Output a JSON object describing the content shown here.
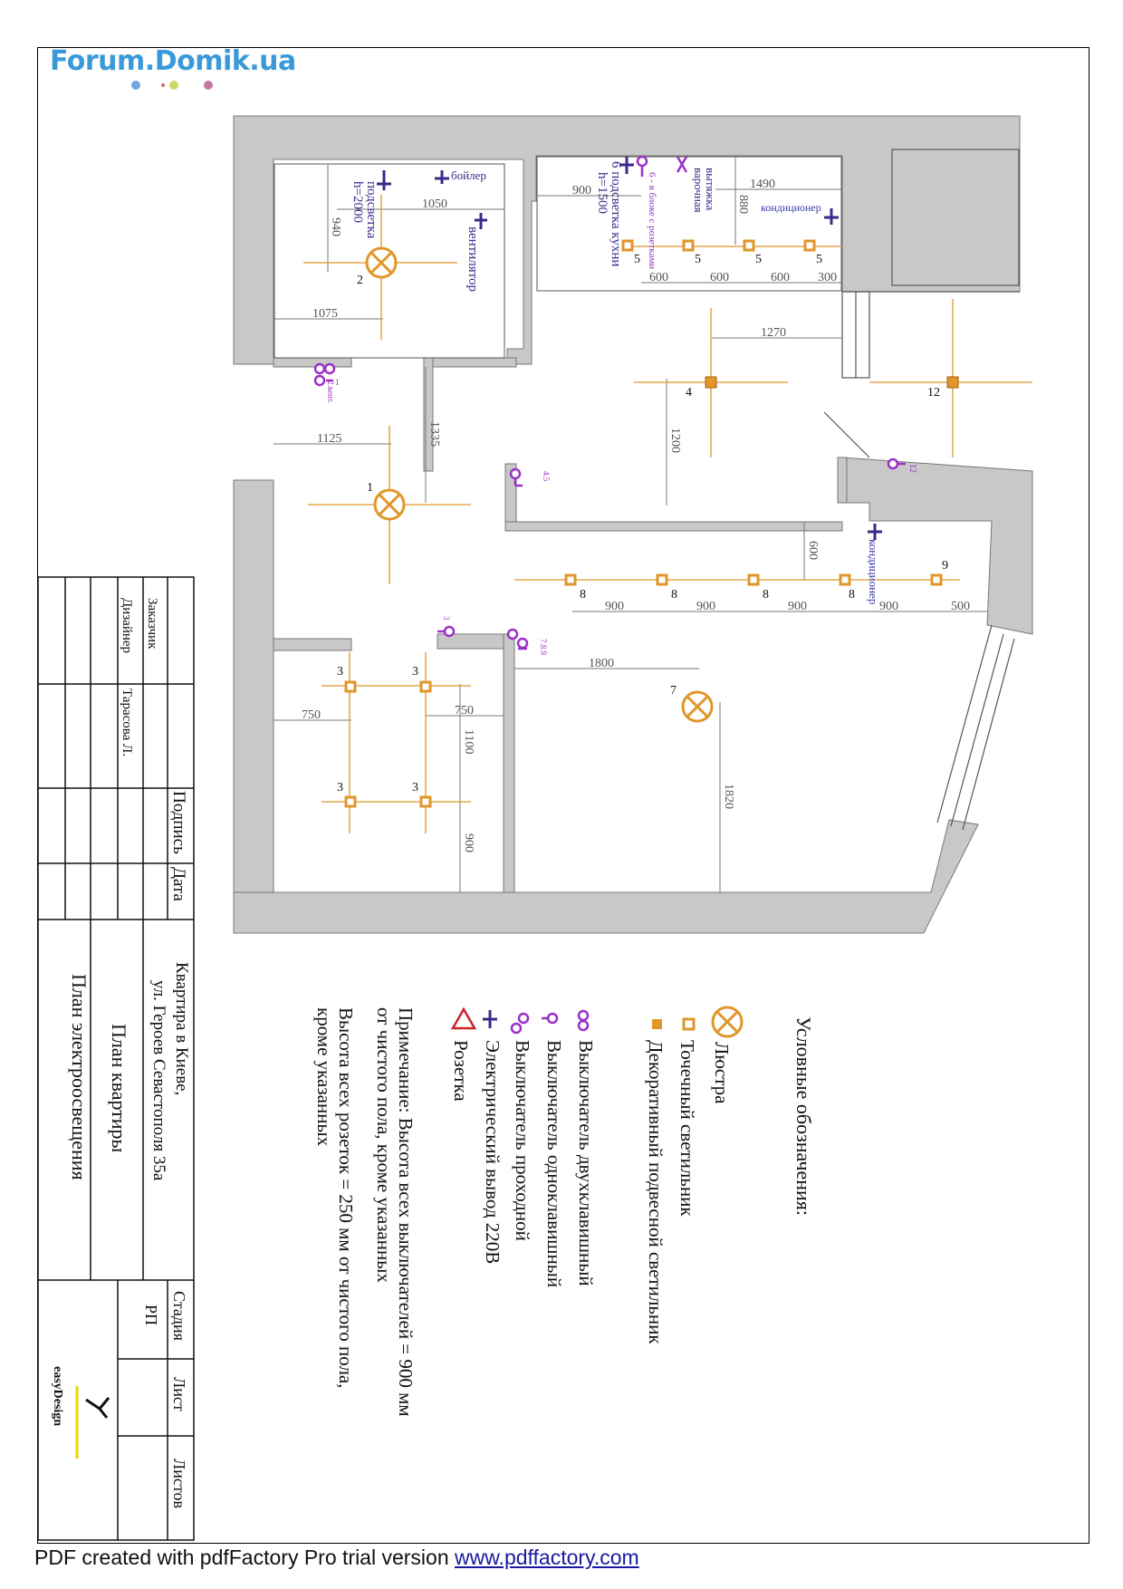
{
  "header": {
    "logo_text": "Forum.Domik.ua",
    "logo_dot_colors": [
      "#6fa8dc",
      "#e06666",
      "#cfd866",
      "#c27ba0"
    ]
  },
  "colors": {
    "wall": "#c8c8c8",
    "fixture": "#e0962a",
    "switch": "#9b30c8",
    "outlet_220": "#3a2a8a",
    "rosette": "#d0202a",
    "dimension": "#666666"
  },
  "plan_labels": {
    "boiler": "бойлер",
    "backlight_2000_a": "подсветка",
    "backlight_2000_b": "h=2000",
    "fan": "вентилятор",
    "hood_a": "вытяжка",
    "hood_b": "варочная",
    "kitchen_backlight_a": "6 подсветка кухни",
    "kitchen_backlight_b": "h=1500",
    "switch_in_socket_block": "6 - в блоке с розетками",
    "ac_1": "кондиционер",
    "ac_2": "кондиционер",
    "sw_vent": "2.вент.",
    "sw_1": "1",
    "sw_45": "4.5",
    "sw_12": "12",
    "sw_3": "3",
    "sw_789": "7.8.9"
  },
  "fixture_labels": {
    "l1": "1",
    "l2": "2",
    "l4": "4",
    "l7": "7",
    "l12": "12",
    "k5": "5",
    "m8": "8",
    "m9": "9",
    "s3": "3"
  },
  "dimensions": {
    "d940": "940",
    "d1050": "1050",
    "d1075": "1075",
    "d900a": "900",
    "d1490": "1490",
    "d880": "880",
    "d600a": "600",
    "d600b": "600",
    "d600c": "600",
    "d300": "300",
    "d1270": "1270",
    "d1200": "1200",
    "d1335": "1335",
    "d1125": "1125",
    "d600d": "600",
    "d900b": "900",
    "d900c": "900",
    "d900d": "900",
    "d900e": "900",
    "d500": "500",
    "d1800": "1800",
    "d750a": "750",
    "d750b": "750",
    "d1100": "1100",
    "d900f": "900",
    "d1820": "1820"
  },
  "legend": {
    "title": "Условные обозначения:",
    "items": [
      "Люстра",
      "Точечный светильник",
      "Декоративный подвесной светильник",
      "Выключатель двухклавишный",
      "Выключатель одноклавишный",
      "Выключатель проходной",
      "Электрический вывод 220В",
      "Розетка"
    ],
    "note_line1": "Примечание: Высота всех выключателей = 900 мм",
    "note_line2": "от чистого пола, кроме указанных",
    "note_line3": "Высота всех розеток = 250 мм от чистого пола,",
    "note_line4": "кроме указанных"
  },
  "stamp": {
    "customer_label": "Заказчик",
    "designer_label": "Дизайнер",
    "designer_name": "Тарасова Л.",
    "signature_label": "Подпись",
    "date_label": "Дата",
    "project_line1": "Квартира в Киеве,",
    "project_line2": "ул. Героев Севастополя 35а",
    "plan_name": "План квартиры",
    "sheet_name": "План электроосвещения",
    "stage_label": "Стадия",
    "sheet_label": "Лист",
    "sheets_label": "Листов",
    "stage_value": "РП",
    "company_logo": "easyDesign"
  },
  "footer": {
    "text": "PDF created with pdfFactory Pro trial version",
    "link": "www.pdffactory.com"
  }
}
